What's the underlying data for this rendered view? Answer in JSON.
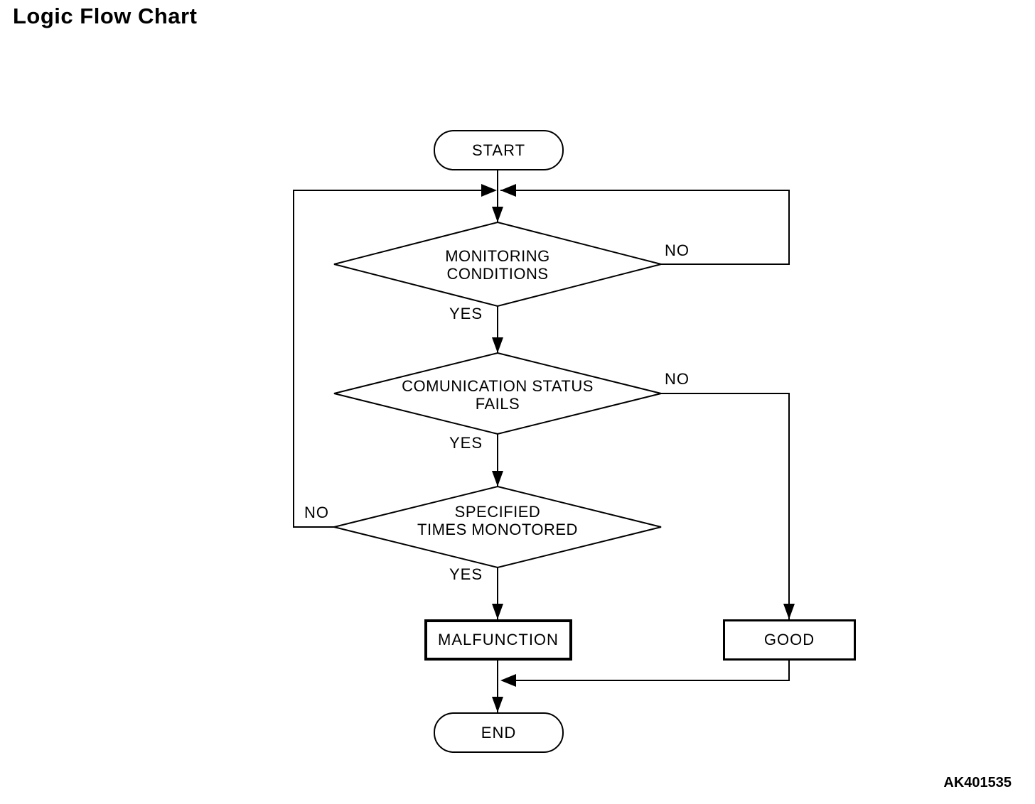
{
  "page": {
    "title": "Logic Flow Chart",
    "figure_code": "AK401535",
    "background_color": "#ffffff",
    "line_color": "#000000"
  },
  "flowchart": {
    "type": "flowchart",
    "nodes": [
      {
        "id": "start",
        "shape": "terminator",
        "label": "START"
      },
      {
        "id": "monitoring-conditions",
        "shape": "decision",
        "lines": [
          "MONITORING",
          "CONDITIONS"
        ]
      },
      {
        "id": "communication-status-fails",
        "shape": "decision",
        "lines": [
          "COMUNICATION STATUS",
          "FAILS"
        ]
      },
      {
        "id": "specified-times-monitored",
        "shape": "decision",
        "lines": [
          "SPECIFIED",
          "TIMES MONOTORED"
        ]
      },
      {
        "id": "malfunction",
        "shape": "process",
        "label": "MALFUNCTION"
      },
      {
        "id": "good",
        "shape": "process",
        "label": "GOOD"
      },
      {
        "id": "end",
        "shape": "terminator",
        "label": "END"
      }
    ],
    "branch_labels": [
      {
        "id": "monitoring-no",
        "text": "NO"
      },
      {
        "id": "monitoring-yes",
        "text": "YES"
      },
      {
        "id": "communication-no",
        "text": "NO"
      },
      {
        "id": "communication-yes",
        "text": "YES"
      },
      {
        "id": "specified-no",
        "text": "NO"
      },
      {
        "id": "specified-yes",
        "text": "YES"
      }
    ]
  }
}
